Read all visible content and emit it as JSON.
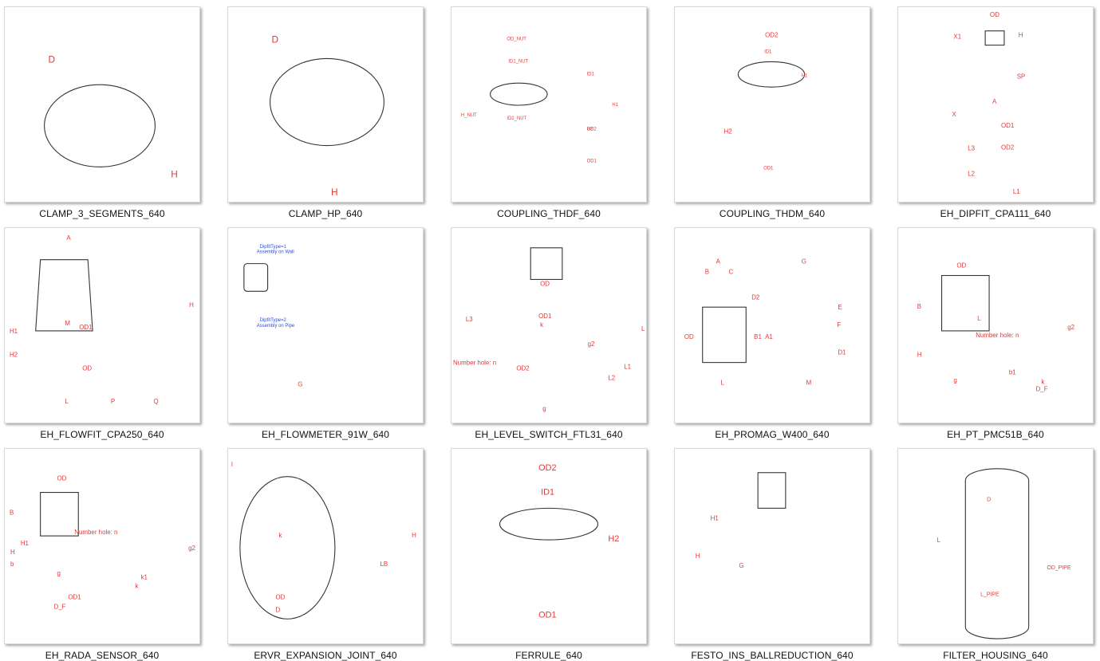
{
  "items": [
    {
      "label": "CLAMP_3_SEGMENTS_640",
      "dims": [
        "D",
        "H"
      ]
    },
    {
      "label": "CLAMP_HP_640",
      "dims": [
        "D",
        "H"
      ]
    },
    {
      "label": "COUPLING_THDF_640",
      "dims": [
        "OD_NUT",
        "ID1_NUT",
        "H_NUT",
        "ID2_NUT",
        "ID1",
        "H1",
        "H2",
        "OD2",
        "OD1"
      ]
    },
    {
      "label": "COUPLING_THDM_640",
      "dims": [
        "OD2",
        "ID1",
        "H1",
        "H2",
        "OD1"
      ]
    },
    {
      "label": "EH_DIPFIT_CPA111_640",
      "dims": [
        "OD",
        "X1",
        "H",
        "SP",
        "A",
        "X",
        "OD1",
        "L3",
        "OD2",
        "L2",
        "L1"
      ]
    },
    {
      "label": "EH_FLOWFIT_CPA250_640",
      "dims": [
        "A",
        "M",
        "H1",
        "OD1",
        "H2",
        "OD",
        "H",
        "L",
        "P",
        "Q"
      ]
    },
    {
      "label": "EH_FLOWMETER_91W_640",
      "dims": [
        "DipfitType=1",
        "Assembly on Wall",
        "DipfitType=2",
        "Assembly on Pipe",
        "G"
      ]
    },
    {
      "label": "EH_LEVEL_SWITCH_FTL31_640",
      "dims": [
        "OD",
        "OD1",
        "L3",
        "k",
        "g2",
        "Number hole: n",
        "OD2",
        "L2",
        "L1",
        "L",
        "g"
      ]
    },
    {
      "label": "EH_PROMAG_W400_640",
      "dims": [
        "A",
        "B",
        "C",
        "D2",
        "OD",
        "B1",
        "A1",
        "G",
        "E",
        "F",
        "D1",
        "L",
        "M"
      ]
    },
    {
      "label": "EH_PT_PMC51B_640",
      "dims": [
        "OD",
        "B",
        "L",
        "Number hole: n",
        "g2",
        "H",
        "b1",
        "g",
        "k",
        "D_F"
      ]
    },
    {
      "label": "EH_RADA_SENSOR_640",
      "dims": [
        "OD",
        "B",
        "Number hole: n",
        "H1",
        "H",
        "b",
        "g2",
        "g",
        "k1",
        "k",
        "OD1",
        "D_F"
      ]
    },
    {
      "label": "ERVR_EXPANSION_JOINT_640",
      "dims": [
        "l",
        "k",
        "H",
        "LB",
        "OD",
        "D"
      ]
    },
    {
      "label": "FERRULE_640",
      "dims": [
        "OD2",
        "ID1",
        "H2",
        "OD1"
      ]
    },
    {
      "label": "FESTO_INS_BALLREDUCTION_640",
      "dims": [
        "H1",
        "H",
        "G"
      ]
    },
    {
      "label": "FILTER_HOUSING_640",
      "dims": [
        "D",
        "L",
        "OD_PIPE",
        "L_PIPE"
      ]
    }
  ]
}
